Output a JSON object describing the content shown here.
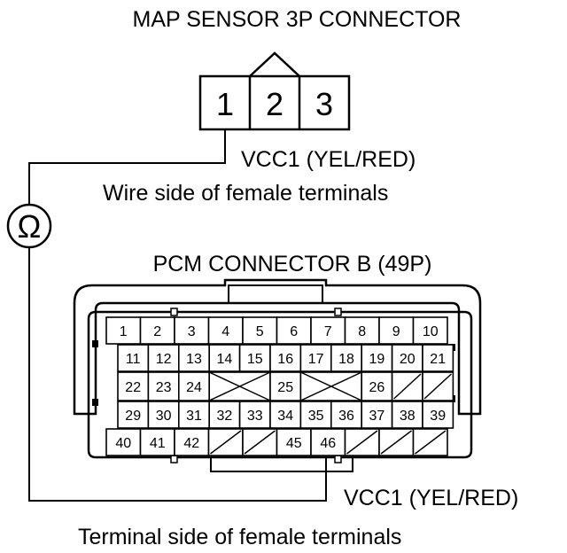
{
  "map_sensor": {
    "title": "MAP SENSOR 3P CONNECTOR",
    "pins": [
      "1",
      "2",
      "3"
    ],
    "wire_label": "VCC1 (YEL/RED)",
    "view_label": "Wire side of female terminals"
  },
  "meter": {
    "symbol": "Ω",
    "icon": "ohmmeter-icon"
  },
  "pcm": {
    "title": "PCM CONNECTOR B (49P)",
    "wire_label": "VCC1 (YEL/RED)",
    "view_label": "Terminal side of female terminals",
    "rows": [
      [
        "1",
        "2",
        "3",
        "4",
        "5",
        "6",
        "7",
        "8",
        "9",
        "10"
      ],
      [
        "11",
        "12",
        "13",
        "14",
        "15",
        "16",
        "17",
        "18",
        "19",
        "20",
        "21"
      ],
      [
        "22",
        "23",
        "24",
        "X",
        "",
        "25",
        "X",
        "",
        "26",
        "/",
        "/"
      ],
      [
        "29",
        "30",
        "31",
        "32",
        "33",
        "34",
        "35",
        "36",
        "37",
        "38",
        "39"
      ],
      [
        "40",
        "41",
        "42",
        "/",
        "/",
        "45",
        "46",
        "/",
        "/",
        "/"
      ]
    ]
  }
}
